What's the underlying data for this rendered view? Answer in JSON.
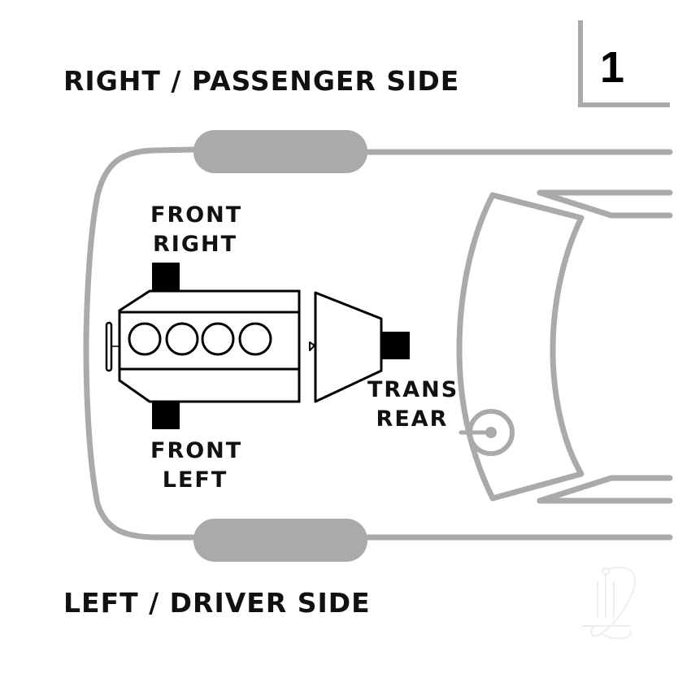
{
  "diagram": {
    "page_number": "1",
    "side_labels": {
      "top": "RIGHT / PASSENGER SIDE",
      "bottom": "LEFT / DRIVER SIDE"
    },
    "mounts": [
      {
        "id": "front-right",
        "line1": "FRONT",
        "line2": "RIGHT"
      },
      {
        "id": "front-left",
        "line1": "FRONT",
        "line2": "LEFT"
      },
      {
        "id": "trans-rear",
        "line1": "TRANS",
        "line2": "REAR"
      }
    ],
    "engine": {
      "cylinders": 4
    },
    "colors": {
      "vehicle_outline": "#aaaaaa",
      "engine_outline": "#000000",
      "mount_fill": "#000000",
      "text": "#111111",
      "watermark": "#eeeeee"
    },
    "icons": [
      "watermark-logo-icon"
    ]
  }
}
